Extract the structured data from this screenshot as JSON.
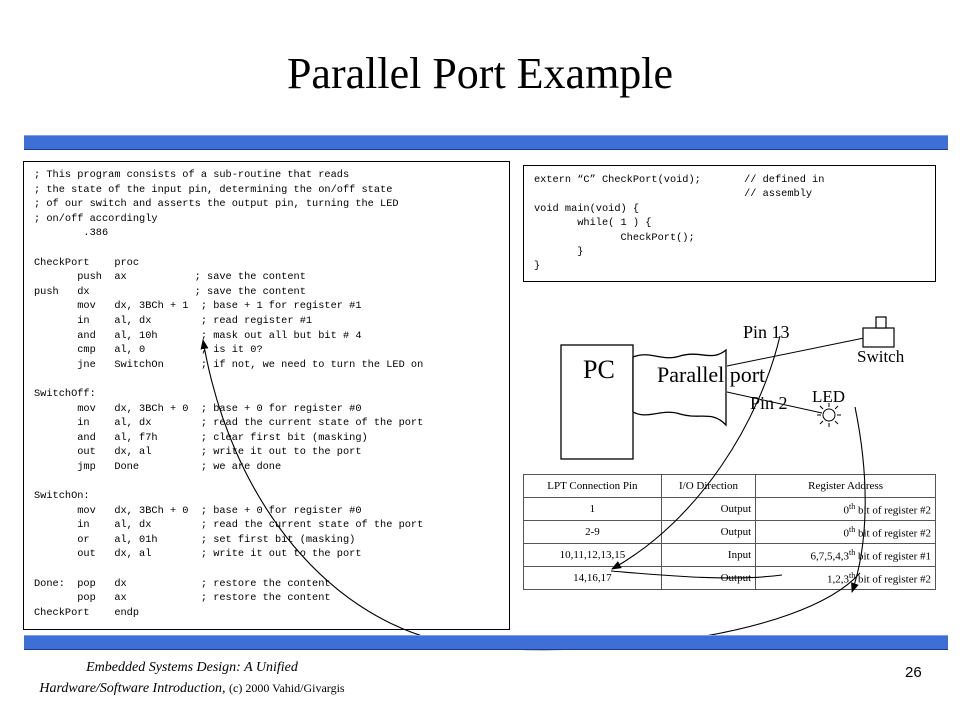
{
  "slide": {
    "title": "Parallel Port Example",
    "page_number": "26",
    "footer_line1": "Embedded Systems Design: A Unified",
    "footer_line2_italic": "Hardware/Software Introduction,",
    "footer_line2_rest": "(c) 2000 Vahid/Givargis"
  },
  "asm_code": "; This program consists of a sub-routine that reads\n; the state of the input pin, determining the on/off state\n; of our switch and asserts the output pin, turning the LED\n; on/off accordingly\n        .386\n\nCheckPort    proc\n       push  ax           ; save the content\npush   dx                 ; save the content\n       mov   dx, 3BCh + 1  ; base + 1 for register #1\n       in    al, dx        ; read register #1\n       and   al, 10h       ; mask out all but bit # 4\n       cmp   al, 0         ; is it 0?\n       jne   SwitchOn      ; if not, we need to turn the LED on\n\nSwitchOff:\n       mov   dx, 3BCh + 0  ; base + 0 for register #0\n       in    al, dx        ; read the current state of the port\n       and   al, f7h       ; clear first bit (masking)\n       out   dx, al        ; write it out to the port\n       jmp   Done          ; we are done\n\nSwitchOn:\n       mov   dx, 3BCh + 0  ; base + 0 for register #0\n       in    al, dx        ; read the current state of the port\n       or    al, 01h       ; set first bit (masking)\n       out   dx, al        ; write it out to the port\n\nDone:  pop   dx            ; restore the content\n       pop   ax            ; restore the content\nCheckPort    endp",
  "c_code": "extern “C” CheckPort(void);       // defined in\n                                  // assembly\nvoid main(void) {\n       while( 1 ) {\n              CheckPort();\n       }\n}",
  "diagram": {
    "pc_label": "PC",
    "parallel_port_label": "Parallel port",
    "pin13_label": "Pin 13",
    "pin2_label": "Pin 2",
    "switch_label": "Switch",
    "led_label": "LED"
  },
  "table": {
    "headers": [
      "LPT Connection Pin",
      "I/O Direction",
      "Register Address"
    ],
    "rows": [
      {
        "pin": "1",
        "dir": "Output",
        "reg_pre": "0",
        "reg_sup": "th",
        "reg_post": " bit of register #2"
      },
      {
        "pin": "2-9",
        "dir": "Output",
        "reg_pre": "0",
        "reg_sup": "th",
        "reg_post": " bit of register #2"
      },
      {
        "pin": "10,11,12,13,15",
        "dir": "Input",
        "reg_pre": "6,7,5,4,3",
        "reg_sup": "th",
        "reg_post": " bit of register #1"
      },
      {
        "pin": "14,16,17",
        "dir": "Output",
        "reg_pre": "1,2,3",
        "reg_sup": "th",
        "reg_post": " bit of register #2"
      }
    ]
  },
  "colors": {
    "bar": "#3d6fd6"
  }
}
